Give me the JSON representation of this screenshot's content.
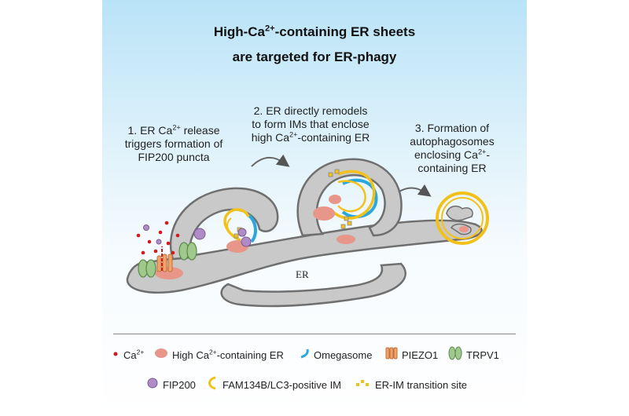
{
  "title": {
    "line1_pre": "High-Ca",
    "line1_sup": "2+",
    "line1_post": "-containing ER sheets",
    "line2": "are targeted for ER-phagy"
  },
  "steps": [
    {
      "l1": "1. ER Ca",
      "l1sup": "2+",
      "l1post": " release",
      "l2": "triggers formation of",
      "l3": "FIP200 puncta"
    },
    {
      "l1": "2. ER directly remodels",
      "l2": "to form IMs that enclose",
      "l3pre": "high Ca",
      "l3sup": "2+",
      "l3post": "-containing ER"
    },
    {
      "l1": "3. Formation of",
      "l2": "autophagosomes",
      "l3pre": "enclosing Ca",
      "l3sup": "2+",
      "l3post": "-",
      "l4": "containing ER"
    }
  ],
  "er_label": "ER",
  "legend": {
    "ca": {
      "pre": "Ca",
      "sup": "2+"
    },
    "high_ca": {
      "pre": "High Ca",
      "sup": "2+",
      "post": "-containing ER"
    },
    "omegasome": "Omegasome",
    "piezo1": "PIEZO1",
    "trpv1": "TRPV1",
    "fip200": "FIP200",
    "fam134b": "FAM134B/LC3-positive IM",
    "transition": "ER-IM transition site"
  },
  "colors": {
    "er_fill": "#c9c9c9",
    "er_stroke": "#6f6f6f",
    "high_ca": "#e8958a",
    "omegasome": "#2aa7df",
    "im_yellow": "#f2c21b",
    "fip200": "#b08cc6",
    "ca_dot": "#d11a1a",
    "piezo": "#f0a36b",
    "trpv": "#9fc98c"
  }
}
